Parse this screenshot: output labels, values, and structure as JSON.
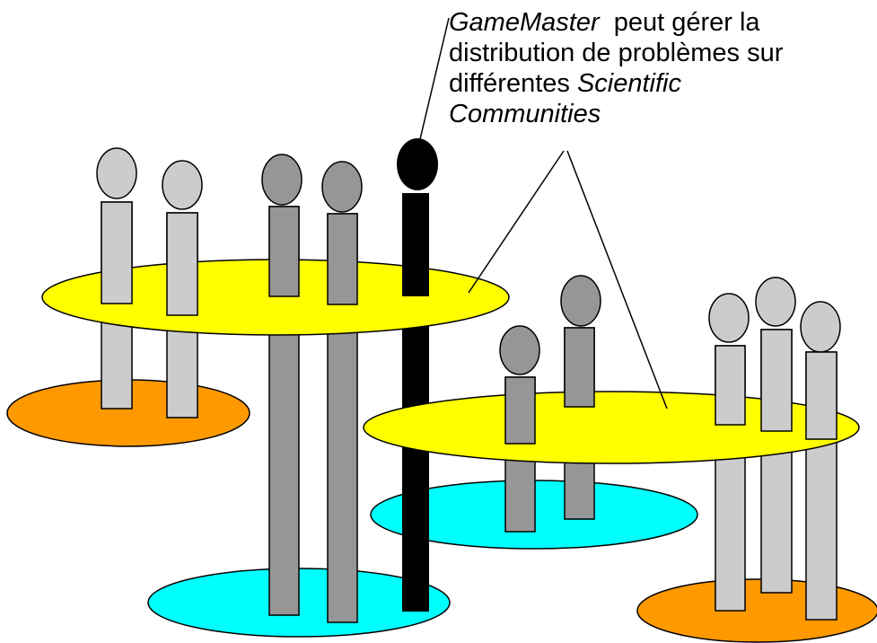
{
  "annotation": {
    "line1_italic": "GameMaster",
    "line1_rest": "  peut gérer la",
    "line2": "distribution de problèmes sur",
    "line3_plain": "différentes ",
    "line3_italic": "Scientific",
    "line4_italic": "Communities"
  },
  "colors": {
    "community_disc": "#ffff00",
    "disc_cyan": "#00ffff",
    "disc_orange": "#ff9900",
    "agent_light": "#cccccc",
    "agent_dark": "#969696",
    "gamemaster": "#000000",
    "outline": "#000000"
  }
}
